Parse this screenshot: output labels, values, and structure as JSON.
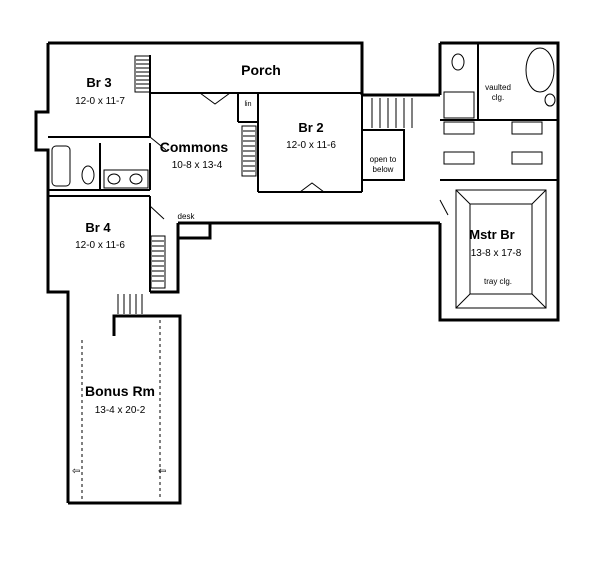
{
  "rooms": {
    "br3": {
      "name": "Br 3",
      "dims": "12-0 x 11-7"
    },
    "porch": {
      "name": "Porch"
    },
    "commons": {
      "name": "Commons",
      "dims": "10-8 x 13-4"
    },
    "br2": {
      "name": "Br 2",
      "dims": "12-0 x 11-6"
    },
    "br4": {
      "name": "Br 4",
      "dims": "12-0 x 11-6"
    },
    "mstr": {
      "name": "Mstr Br",
      "dims": "13-8 x 17-8"
    },
    "bonus": {
      "name": "Bonus Rm",
      "dims": "13-4 x 20-2"
    }
  },
  "notes": {
    "desk": "desk",
    "open_line1": "open to",
    "open_line2": "below",
    "vaulted_line1": "vaulted",
    "vaulted_line2": "clg.",
    "tray": "tray clg.",
    "lin": "lin"
  }
}
